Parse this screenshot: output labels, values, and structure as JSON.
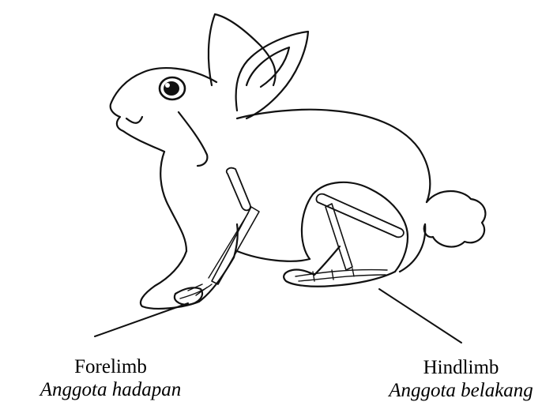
{
  "diagram": {
    "subject": "rabbit",
    "labels": [
      {
        "id": "forelimb",
        "english": "Forelimb",
        "malay": "Anggota hadapan"
      },
      {
        "id": "hindlimb",
        "english": "Hindlimb",
        "malay": "Anggota belakang"
      }
    ]
  }
}
